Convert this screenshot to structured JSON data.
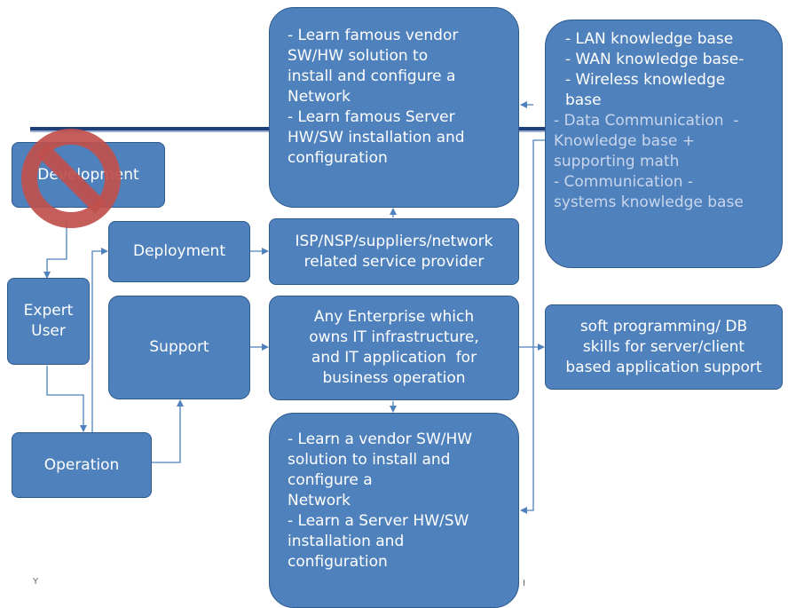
{
  "boxes": {
    "development": "Development",
    "expert_user": [
      "Expert",
      "User"
    ],
    "operation": "Operation",
    "deployment": "Deployment",
    "support": "Support",
    "isp": [
      "ISP/NSP/suppliers/network",
      "related service provider"
    ],
    "enterprise": [
      "Any Enterprise which",
      "owns IT infrastructure,",
      "and IT application  for",
      "business operation"
    ],
    "vendor_top": [
      "- Learn famous vendor",
      "SW/HW solution to",
      "install and configure a",
      "Network",
      "- Learn famous Server",
      "HW/SW installation and",
      "configuration"
    ],
    "knowledge": [
      "- LAN knowledge base",
      "- WAN knowledge base-",
      "- Wireless knowledge",
      "base",
      "- Data Communication  -",
      "Knowledge base +",
      "supporting math",
      "- Communication -",
      "systems knowledge base"
    ],
    "soft_prog": [
      "soft programming/ DB",
      "skills for server/client",
      "based application support"
    ],
    "vendor_bottom": [
      "- Learn a vendor SW/HW",
      "solution to install and",
      "configure a",
      "Network",
      "- Learn a Server HW/SW",
      "installation and",
      "configuration"
    ]
  },
  "prohibited_sign": "no-entry",
  "colors": {
    "box_fill": "#4f81bd",
    "box_border": "#2e5a8c",
    "text": "#ffffff",
    "muted_text": "#c9d6ec",
    "connector": "#4f81bd",
    "sign": "#c0504d"
  },
  "footer": {
    "left_mark": "Y",
    "right_mark": "I"
  }
}
